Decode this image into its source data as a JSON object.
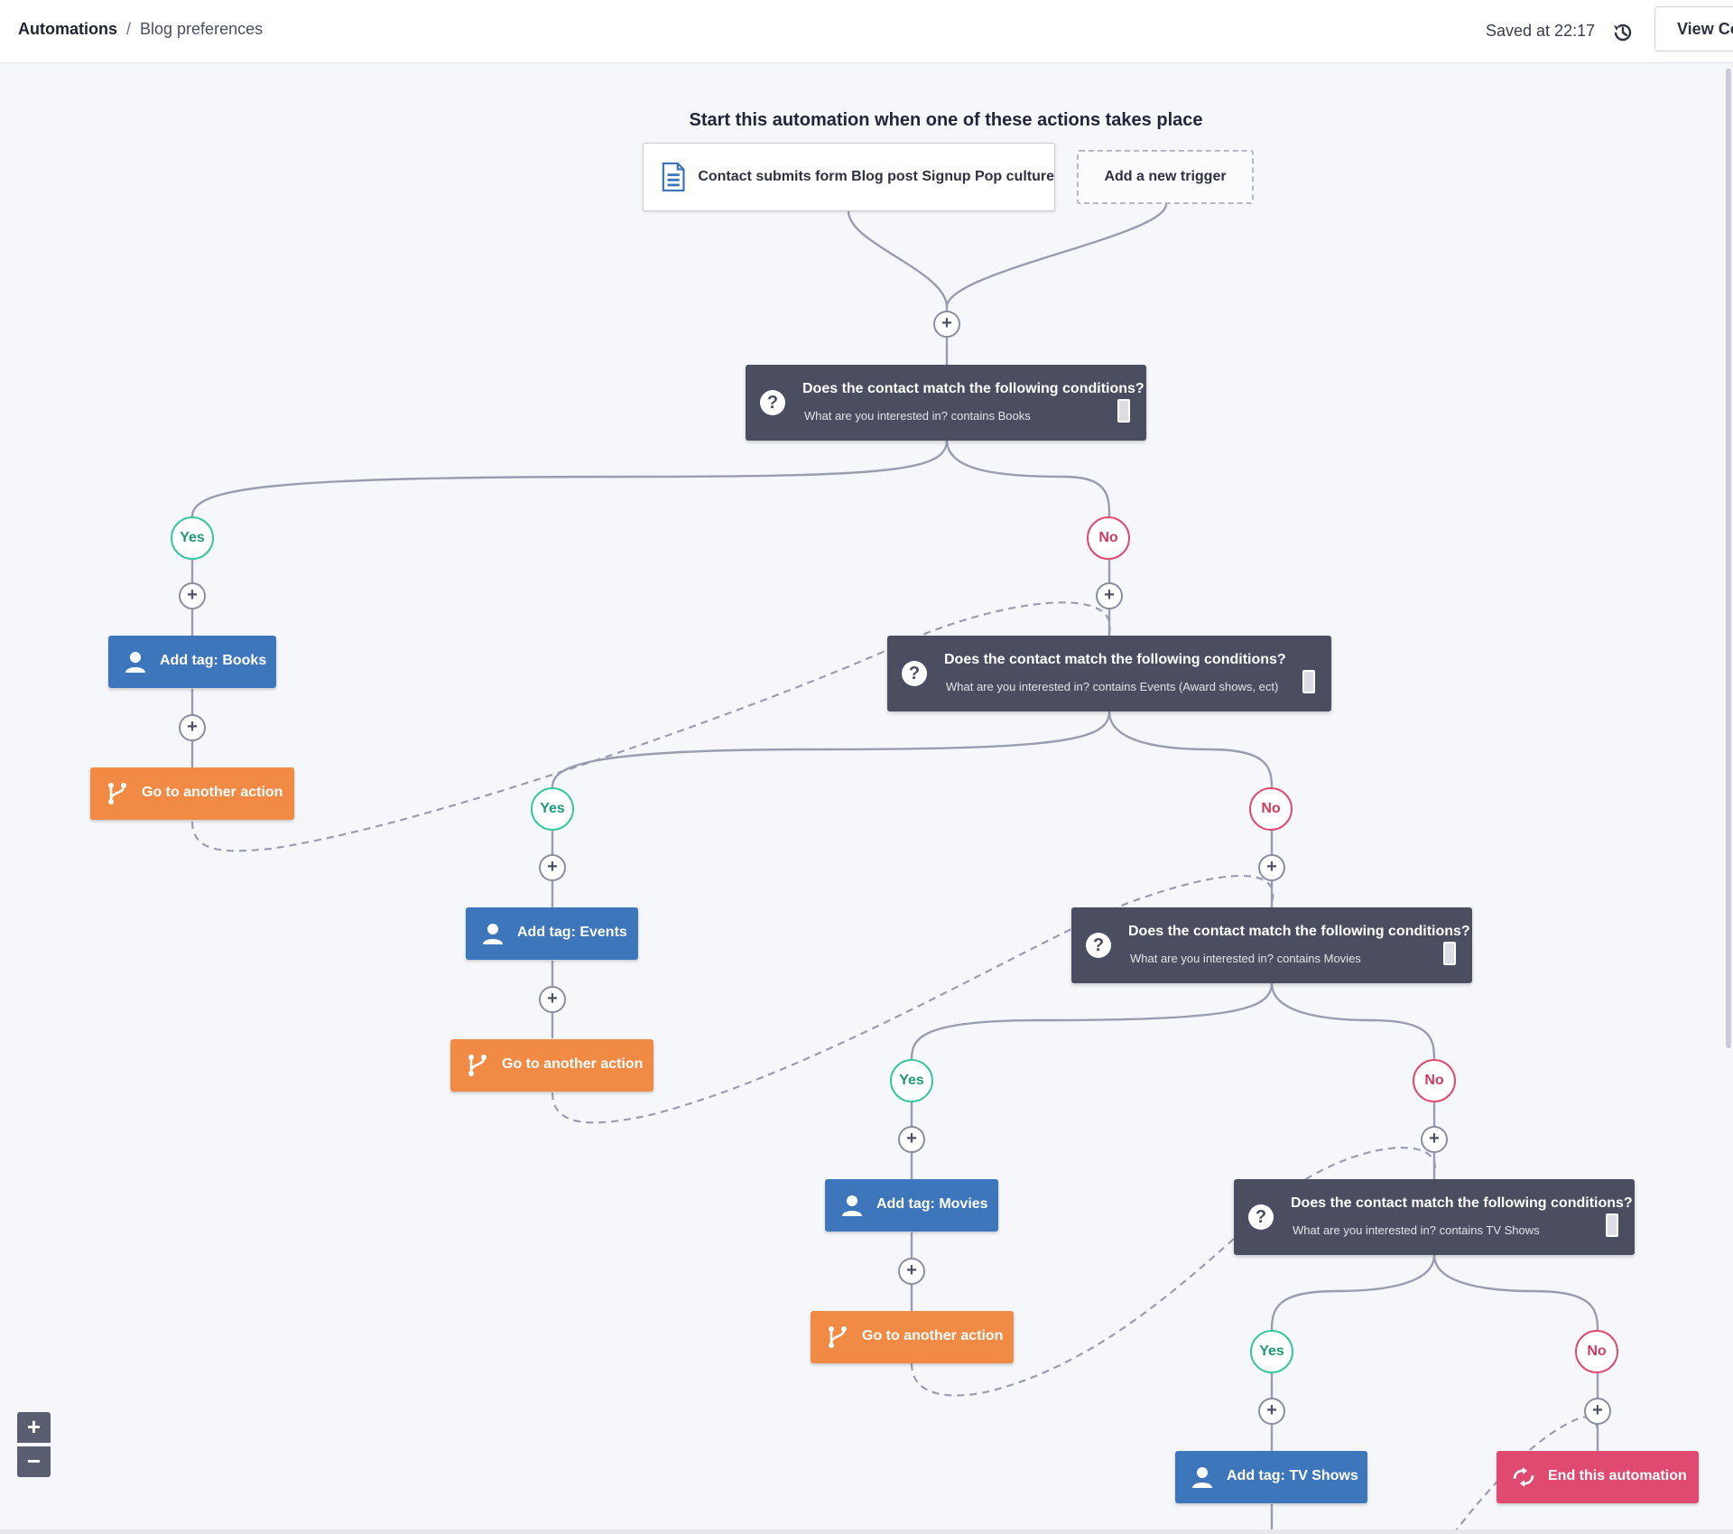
{
  "header": {
    "breadcrumb_root": "Automations",
    "breadcrumb_separator": "/",
    "breadcrumb_current": "Blog preferences",
    "saved_status": "Saved at 22:17",
    "view_button_label": "View Co"
  },
  "flow": {
    "title": "Start this automation when one of these actions takes place",
    "trigger_label": "Contact submits form Blog post Signup Pop culture",
    "new_trigger_label": "Add a new trigger",
    "add_step_symbol": "+",
    "condition_icon_symbol": "?",
    "conditions": [
      {
        "title": "Does the contact match the following conditions?",
        "subtitle": "What are you interested in? contains Books"
      },
      {
        "title": "Does the contact match the following conditions?",
        "subtitle": "What are you interested in? contains Events (Award shows, ect)"
      },
      {
        "title": "Does the contact match the following conditions?",
        "subtitle": "What are you interested in? contains Movies"
      },
      {
        "title": "Does the contact match the following conditions?",
        "subtitle": "What are you interested in? contains TV Shows"
      }
    ],
    "yes_label": "Yes",
    "no_label": "No",
    "tag_actions": [
      "Add tag: Books",
      "Add tag: Events",
      "Add tag: Movies",
      "Add tag: TV Shows"
    ],
    "goto_label": "Go to another action",
    "end_label": "End this automation"
  },
  "zoom": {
    "in_symbol": "+",
    "out_symbol": "−"
  },
  "icons": {
    "history": "history-icon",
    "form": "document-icon",
    "user": "user-icon",
    "branch": "branch-icon",
    "end": "end-arrows-icon"
  },
  "colors": {
    "condition_card": "#4a4e60",
    "tag_action": "#3d76ba",
    "goto_action": "#f18a45",
    "end_action": "#e14a70",
    "yes": "#37c6a0",
    "no": "#e14a70",
    "canvas": "#f6f7fb"
  }
}
